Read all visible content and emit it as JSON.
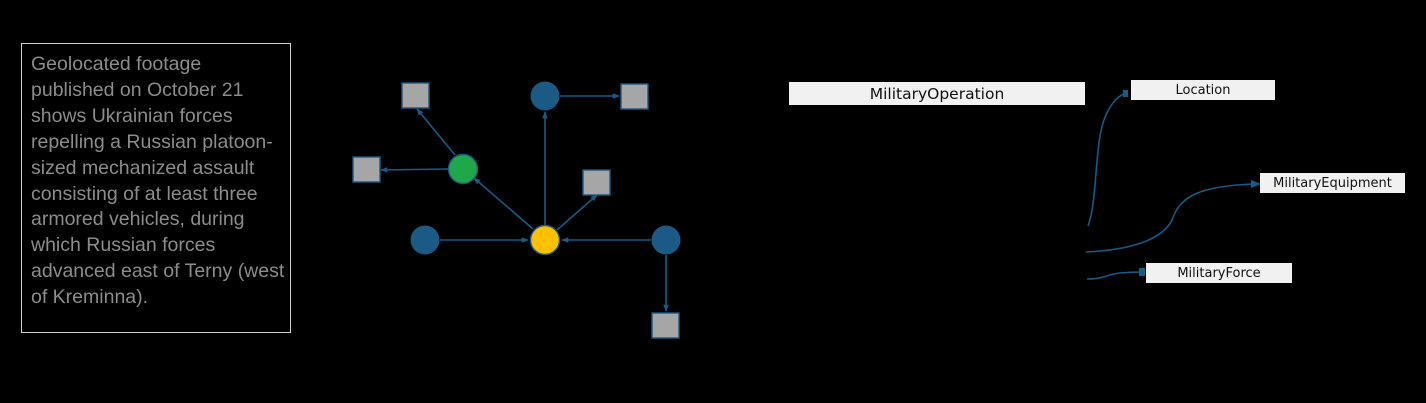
{
  "text_box": {
    "text": "Geolocated footage published on October 21 shows Ukrainian forces repelling a Russian platoon-sized mechanized assault consisting of at least three armored vehicles, during which Russian forces advanced east of Terny (west of Kreminna)."
  },
  "schema": {
    "operation_label": "MilitaryOperation",
    "location_label": "Location",
    "equipment_label": "MilitaryEquipment",
    "force_label": "MilitaryForce"
  },
  "colors": {
    "background": "#000000",
    "edge": "#1a5a85",
    "node_blue": "#1a5a85",
    "node_green": "#1ea84a",
    "node_yellow": "#ffc000",
    "node_square": "#a6a6a6",
    "label_fill": "#f1f1f1"
  }
}
